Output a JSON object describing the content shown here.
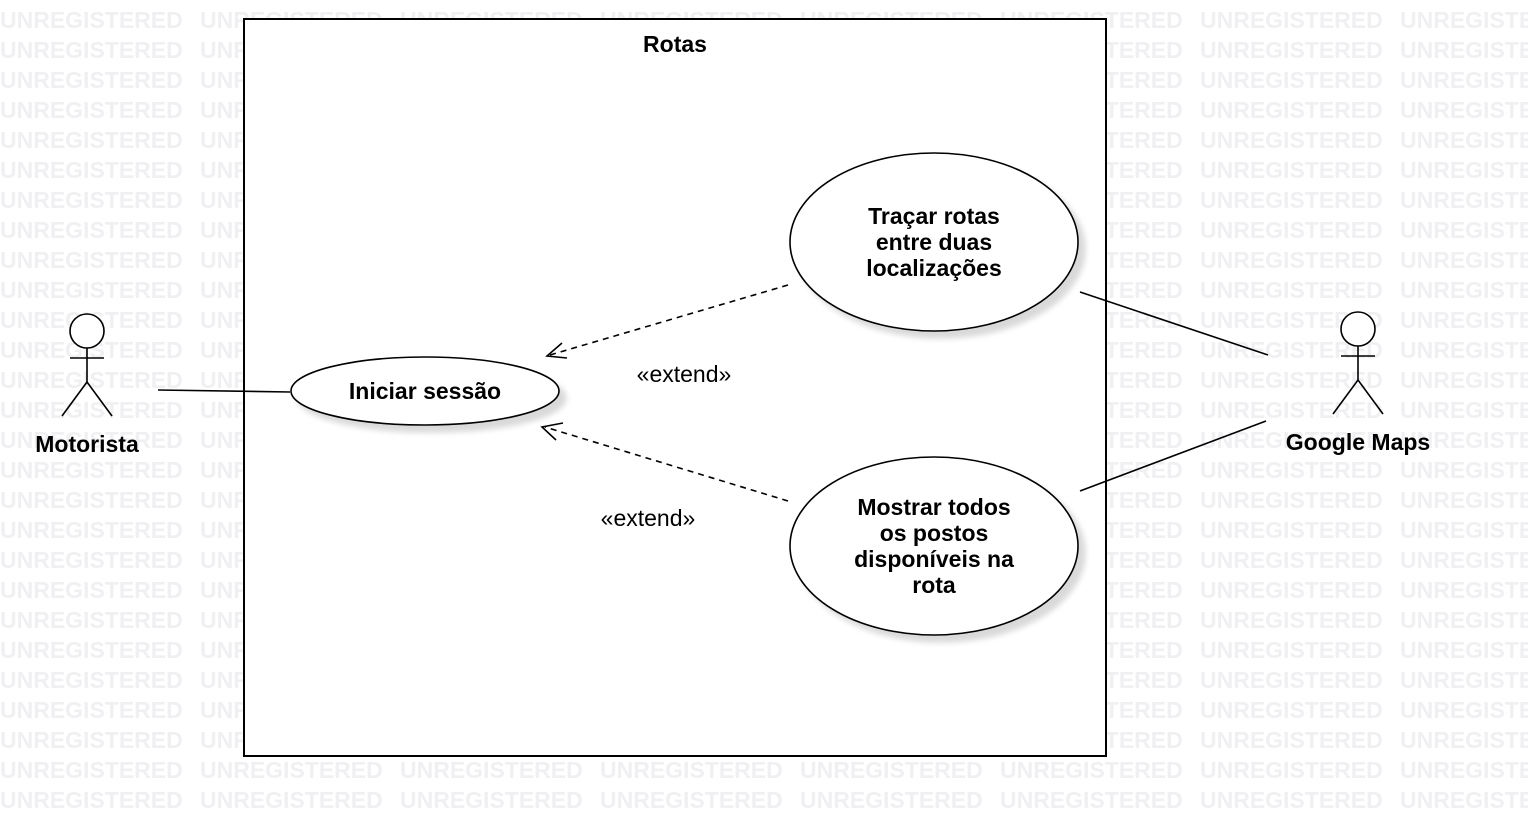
{
  "watermark": {
    "text": "UNREGISTERED"
  },
  "system": {
    "title": "Rotas"
  },
  "actors": {
    "motorista": {
      "name": "Motorista"
    },
    "google_maps": {
      "name": "Google Maps"
    }
  },
  "use_cases": {
    "iniciar_sessao": {
      "lines": [
        "Iniciar sessão"
      ]
    },
    "tracar_rotas": {
      "lines": [
        "Traçar rotas",
        "entre duas",
        "localizações"
      ]
    },
    "mostrar_postos": {
      "lines": [
        "Mostrar todos",
        "os postos",
        "disponíveis na",
        "rota"
      ]
    }
  },
  "relations": {
    "extend_top": {
      "label": "«extend»"
    },
    "extend_bottom": {
      "label": "«extend»"
    }
  }
}
